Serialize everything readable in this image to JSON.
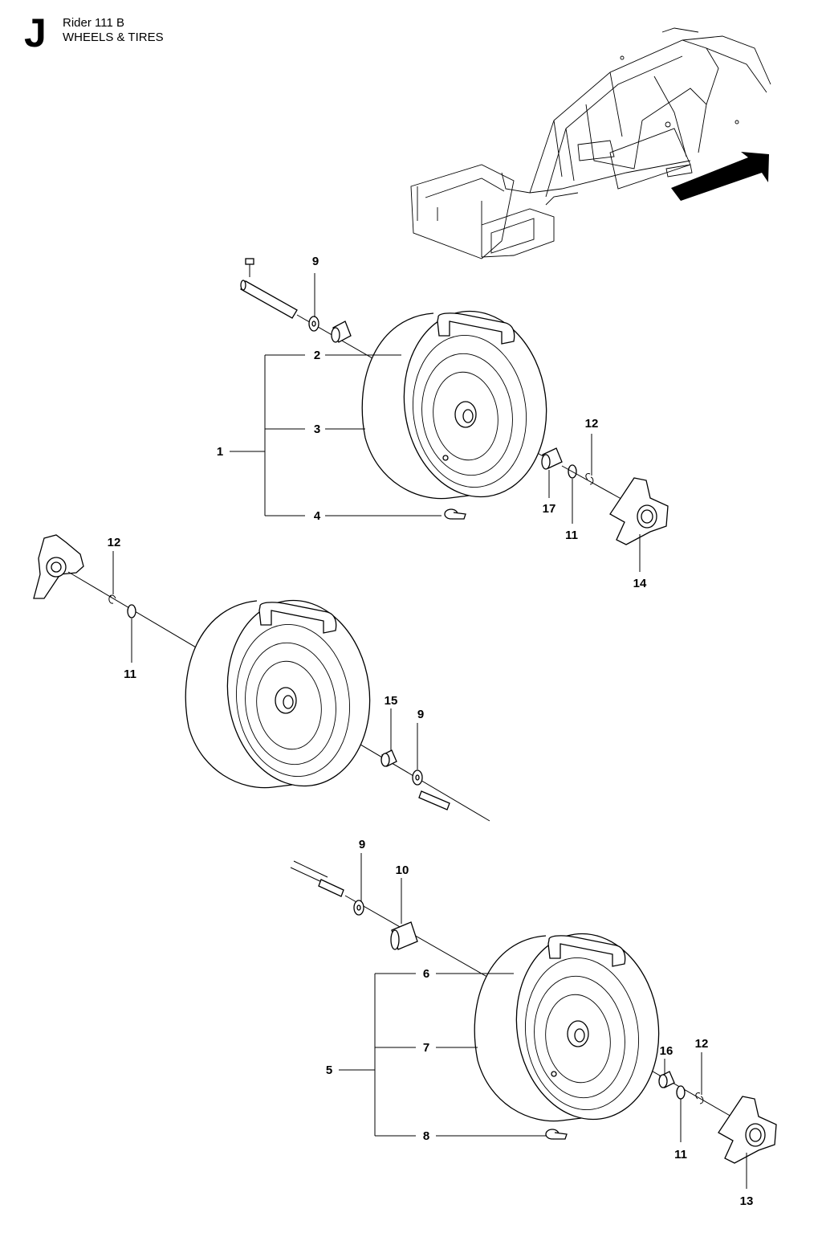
{
  "header": {
    "section_letter": "J",
    "model": "Rider 111 B",
    "title": "WHEELS & TIRES"
  },
  "callouts": {
    "c1": "1",
    "c2": "2",
    "c3": "3",
    "c4": "4",
    "c5": "5",
    "c6": "6",
    "c7": "7",
    "c8": "8",
    "c9a": "9",
    "c9b": "9",
    "c9c": "9",
    "c10": "10",
    "c11a": "11",
    "c11b": "11",
    "c11c": "11",
    "c12a": "12",
    "c12b": "12",
    "c12c": "12",
    "c13": "13",
    "c14": "14",
    "c15": "15",
    "c16": "16",
    "c17": "17"
  },
  "colors": {
    "line": "#000000",
    "background": "#ffffff"
  }
}
